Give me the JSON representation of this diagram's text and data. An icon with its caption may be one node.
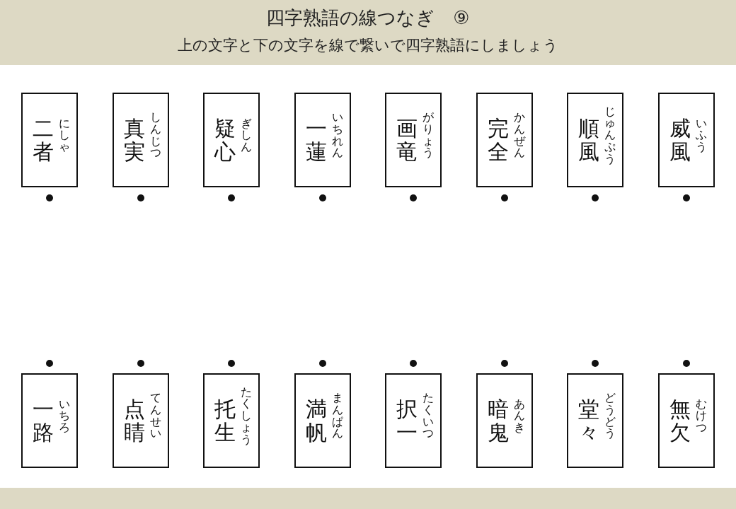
{
  "diagram": {
    "title": "四字熟語の線つなぎ　⑨",
    "nodes": [
      {
        "text": [
          "二者",
          "にしゃ"
        ]
      },
      {
        "text": [
          "真実",
          "しんじつ"
        ]
      },
      {
        "text": [
          "疑心",
          "ぎしん"
        ]
      },
      {
        "text": [
          "一蓮",
          "いちれん"
        ]
      },
      {
        "text": [
          "画竜",
          "がりょう"
        ]
      },
      {
        "text": [
          "完全",
          "かんぜん"
        ]
      },
      {
        "text": [
          "順風",
          "じゅんぷう"
        ]
      },
      {
        "text": [
          "威風",
          "いふう"
        ]
      },
      {
        "text": [
          "一路",
          "いちろ"
        ]
      },
      {
        "text": [
          "点睛",
          "てんせい"
        ]
      },
      {
        "text": [
          "托生",
          "たくしょう"
        ]
      },
      {
        "text": [
          "満帆",
          "まんぱん"
        ]
      },
      {
        "text": [
          "択一",
          "たくいつ"
        ]
      },
      {
        "text": [
          "暗鬼",
          "あんき"
        ]
      },
      {
        "text": [
          "堂々",
          "どうどう"
        ]
      },
      {
        "text": [
          "無欠",
          "むけつ"
        ]
      }
    ],
    "labels": [
      "上の文字と下の文字を線で繋いで四字熟語にしましょう"
    ]
  }
}
